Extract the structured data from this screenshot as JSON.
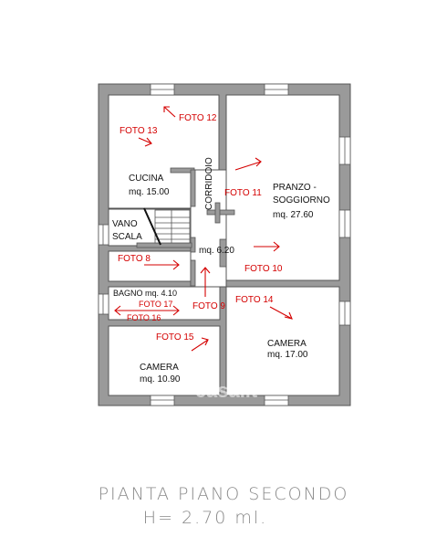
{
  "title": "PIANTA  PIANO  SECONDO",
  "height_note": "H=  2.70  ml.",
  "watermark": "casa.it",
  "rooms": {
    "cucina": {
      "name": "CUCINA",
      "area": "mq. 15.00"
    },
    "corridoio": {
      "name": "CORRIDOIO",
      "area": "mq. 6.20"
    },
    "pranzo": {
      "name_line1": "PRANZO -",
      "name_line2": "SOGGIORNO",
      "area": "mq. 27.60"
    },
    "vano_scala": {
      "name_line1": "VANO",
      "name_line2": "SCALA"
    },
    "bagno": {
      "label": "BAGNO mq. 4.10"
    },
    "camera_right": {
      "name": "CAMERA",
      "area": "mq. 17.00"
    },
    "camera_left": {
      "name": "CAMERA",
      "area": "mq. 10.90"
    }
  },
  "photos": [
    "FOTO 8",
    "FOTO 9",
    "FOTO 10",
    "FOTO 11",
    "FOTO 12",
    "FOTO 13",
    "FOTO 14",
    "FOTO 15",
    "FOTO 16",
    "FOTO 17"
  ],
  "colors": {
    "wall": "#808080",
    "marker": "#d40000",
    "text": "#111111",
    "caption": "#8a8a8a"
  }
}
